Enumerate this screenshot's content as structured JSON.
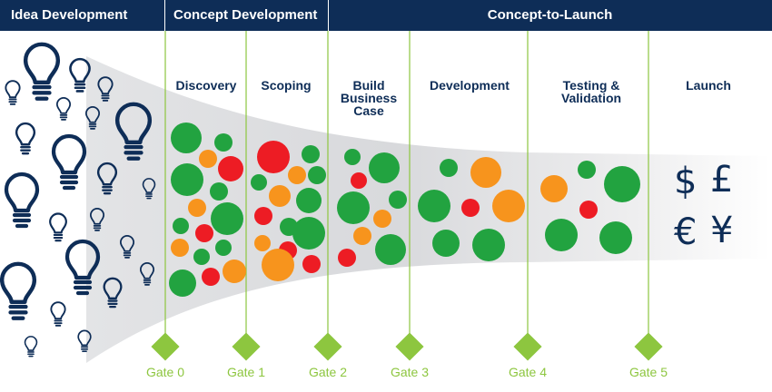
{
  "phases": {
    "idea_development": "Idea Development",
    "concept_development": "Concept Development",
    "concept_to_launch": "Concept-to-Launch"
  },
  "stages": {
    "discovery": "Discovery",
    "scoping": "Scoping",
    "build_business_case": "Build\nBusiness\nCase",
    "development": "Development",
    "testing_validation": "Testing &\nValidation",
    "launch": "Launch"
  },
  "gates": [
    "Gate 0",
    "Gate 1",
    "Gate 2",
    "Gate 3",
    "Gate 4",
    "Gate 5"
  ],
  "currencies": [
    "$",
    "£",
    "€",
    "¥"
  ],
  "colors": {
    "header_bg": "#0e2d57",
    "navy": "#0e2d57",
    "gate_green": "#8dc63f",
    "project_green": "#22a340",
    "project_orange": "#f7941d",
    "project_red": "#ed1c24"
  }
}
